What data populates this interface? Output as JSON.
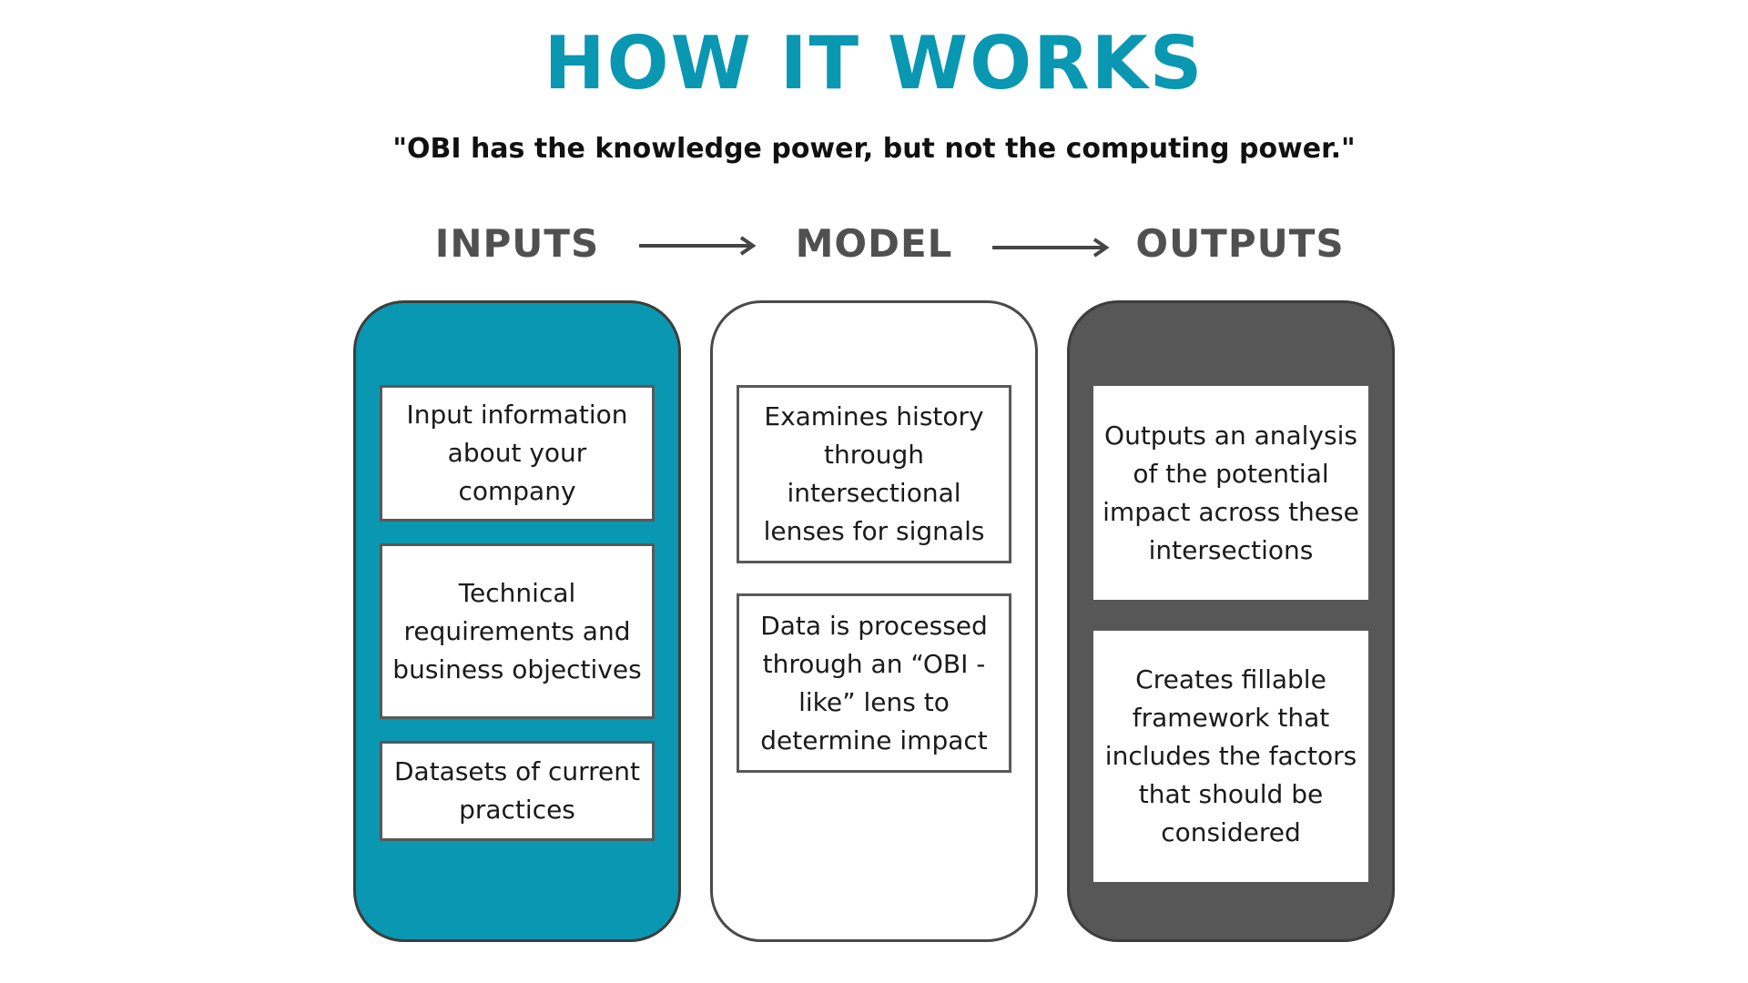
{
  "header": {
    "title": "HOW IT WORKS",
    "quote": "\"OBI has the knowledge power, but not the computing power.\""
  },
  "columns": [
    {
      "label": "INPUTS",
      "color": "#0a97b1",
      "cards": [
        "Input information about your company",
        "Technical requirements and business objectives",
        "Datasets of current practices"
      ]
    },
    {
      "label": "MODEL",
      "color": "#ffffff",
      "cards": [
        "Examines history through intersectional lenses for signals",
        "Data is processed through an “OBI - like” lens to determine impact"
      ]
    },
    {
      "label": "OUTPUTS",
      "color": "#575757",
      "cards": [
        "Outputs an analysis of the potential impact across these intersections",
        "Creates fillable framework that includes the factors that should be considered"
      ]
    }
  ],
  "icons": {
    "flow_arrow": "arrow-right-icon"
  }
}
